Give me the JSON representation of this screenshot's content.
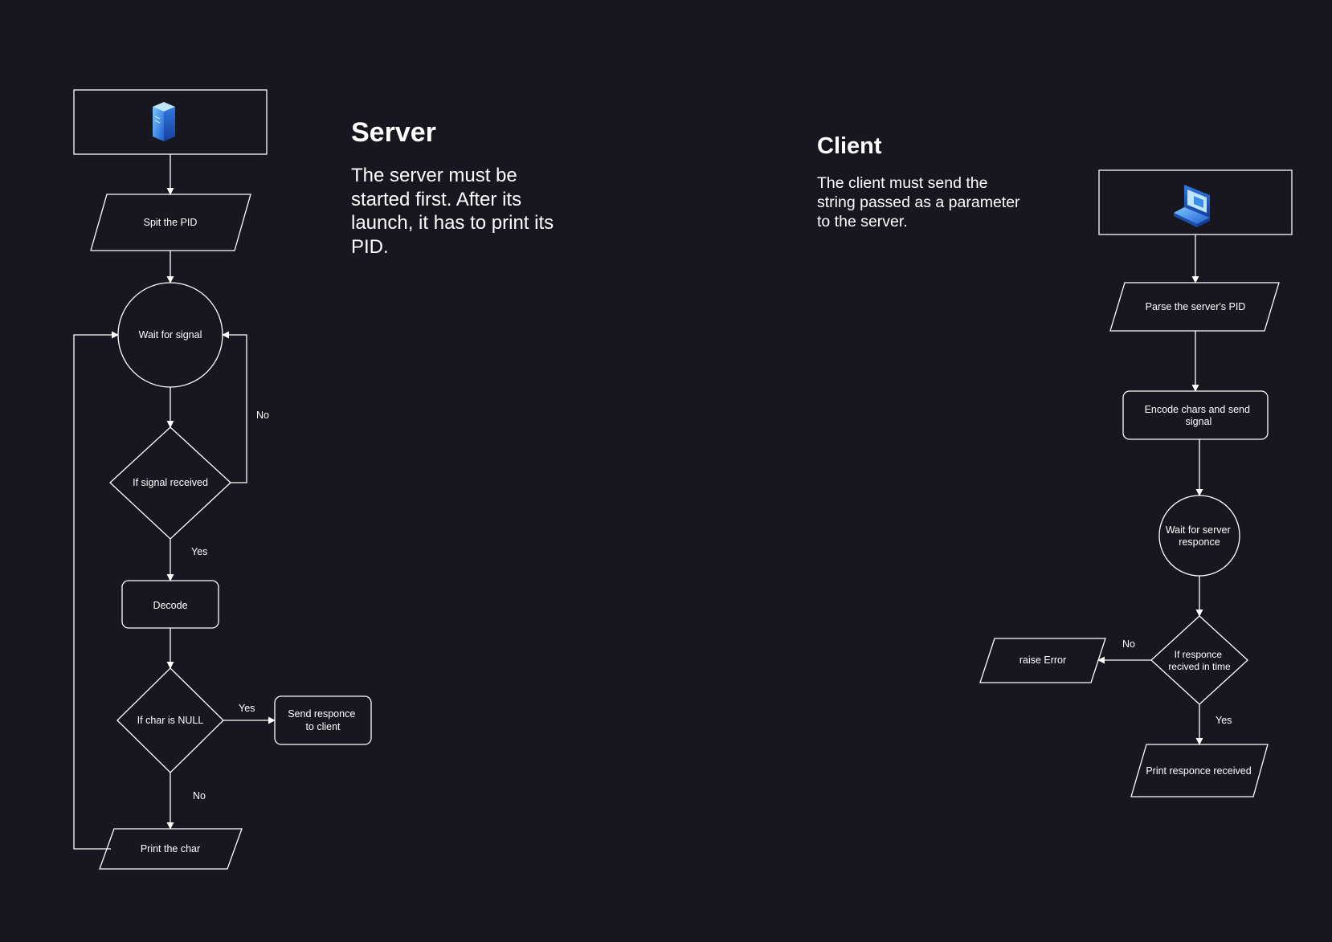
{
  "server": {
    "heading": "Server",
    "description": "The server must be started first. After its launch, it has to print its PID.",
    "icon": "server-icon",
    "nodes": {
      "spit_pid": "Spit the PID",
      "wait_signal": "Wait for signal",
      "if_signal": "If signal received",
      "decode": "Decode",
      "if_null": "If char is NULL",
      "send_response": [
        "Send responce",
        "to client"
      ],
      "print_char": "Print the char"
    },
    "edge_labels": {
      "signal_no": "No",
      "signal_yes": "Yes",
      "null_yes": "Yes",
      "null_no": "No"
    }
  },
  "client": {
    "heading": "Client",
    "description": "The client must send the string passed as a parameter to the server.",
    "icon": "laptop-icon",
    "nodes": {
      "parse_pid": "Parse the server's PID",
      "encode_send": [
        "Encode chars and send",
        "signal"
      ],
      "wait_response": [
        "Wait for server",
        "responce"
      ],
      "if_response": [
        "If responce",
        "recived in time"
      ],
      "raise_error": "raise Error",
      "print_response": "Print responce received"
    },
    "edge_labels": {
      "response_no": "No",
      "response_yes": "Yes"
    }
  },
  "colors": {
    "background": "#18161e",
    "stroke": "#ffffff",
    "icon_light": "#8fd3ff",
    "icon_mid": "#3a8ee8",
    "icon_dark": "#1a4fb0"
  }
}
